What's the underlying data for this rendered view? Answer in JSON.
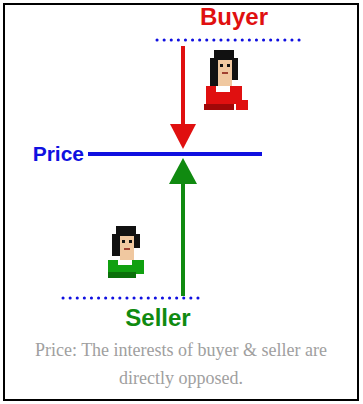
{
  "diagram": {
    "caption": "Price: The interests of buyer & seller are directly opposed.",
    "labels": [
      "Buyer",
      "Price",
      "Seller"
    ]
  }
}
